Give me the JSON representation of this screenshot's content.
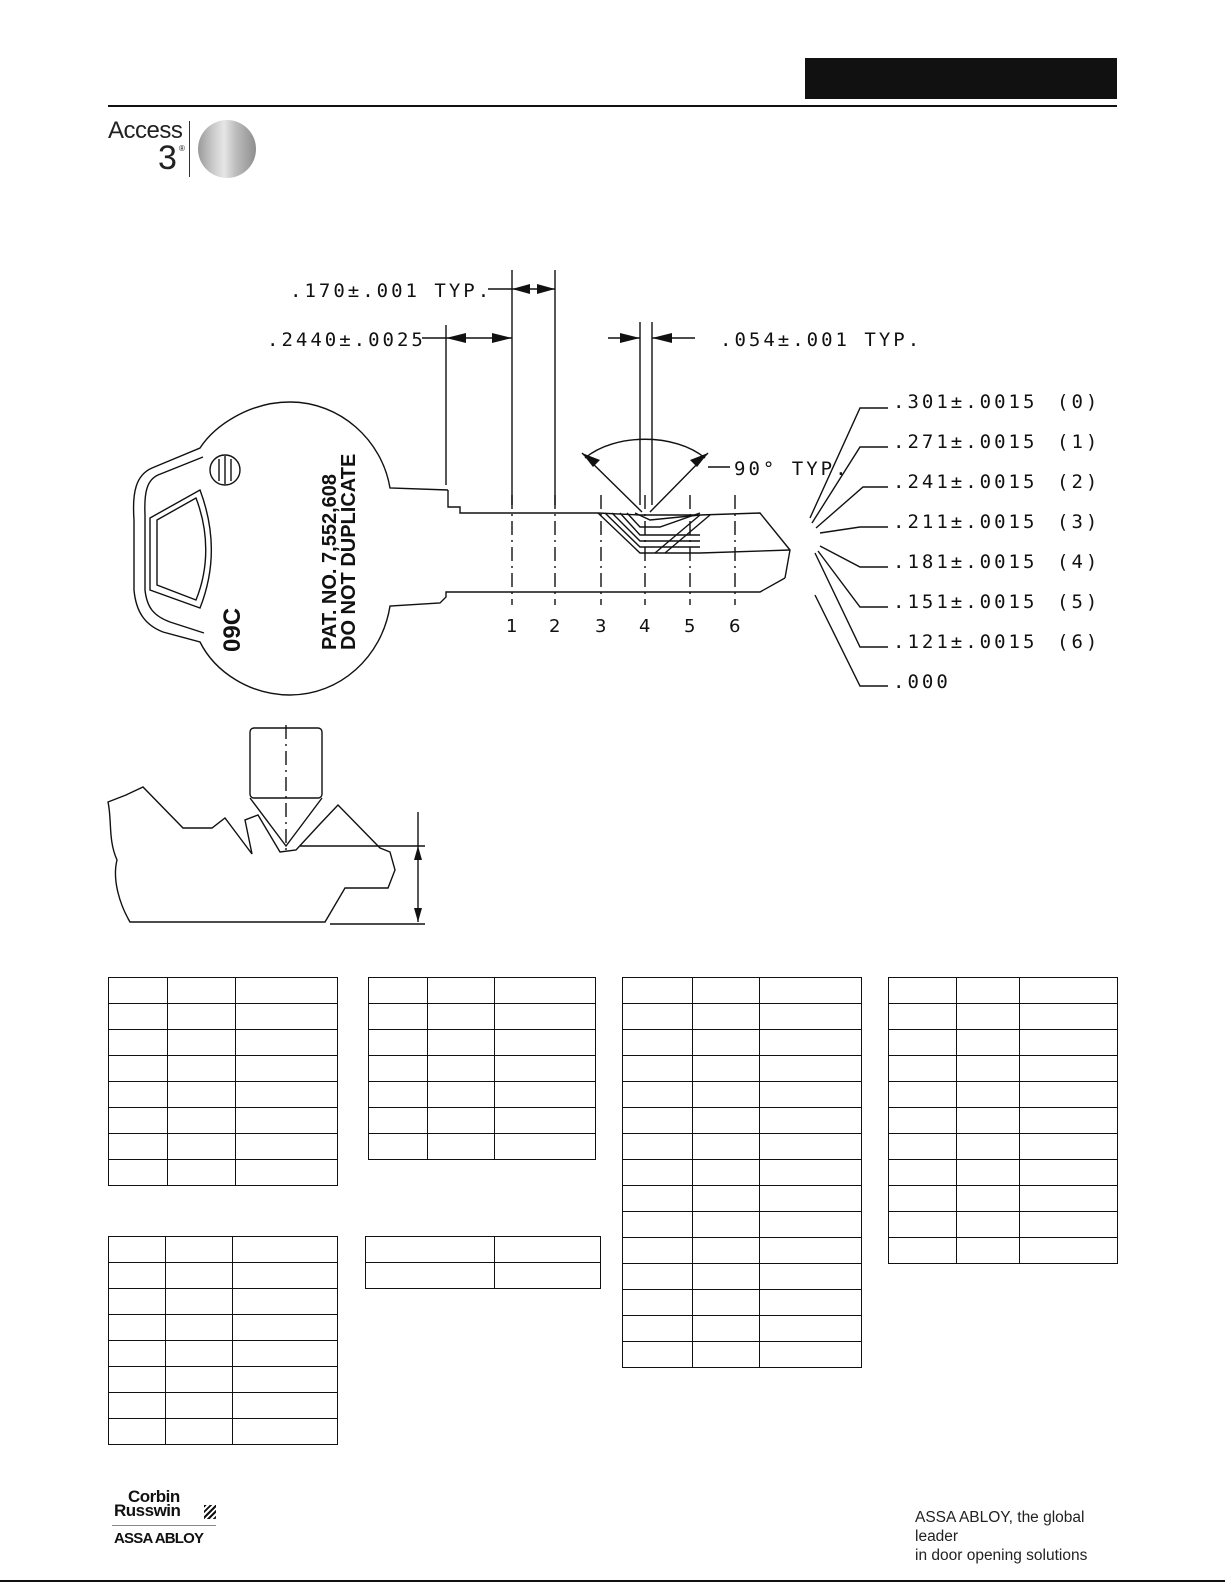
{
  "brand": {
    "word": "Access",
    "numeral": "3",
    "registered": "®"
  },
  "dimensions": {
    "top_typ": ".170±.001 TYP.",
    "left": ".2440±.0025",
    "spacing_typ": ".054±.001 TYP.",
    "angle": "90° TYP."
  },
  "depths": [
    {
      "value": ".301±.0015",
      "code": "(0)"
    },
    {
      "value": ".271±.0015",
      "code": "(1)"
    },
    {
      "value": ".241±.0015",
      "code": "(2)"
    },
    {
      "value": ".211±.0015",
      "code": "(3)"
    },
    {
      "value": ".181±.0015",
      "code": "(4)"
    },
    {
      "value": ".151±.0015",
      "code": "(5)"
    },
    {
      "value": ".121±.0015",
      "code": "(6)"
    },
    {
      "value": ".000",
      "code": ""
    }
  ],
  "positions": [
    "1",
    "2",
    "3",
    "4",
    "5",
    "6"
  ],
  "key": {
    "model": "09C",
    "patent": "PAT. NO. 7,552,608",
    "warning": "DO NOT DUPLICATE"
  },
  "footer": {
    "logo_line1": "Corbin",
    "logo_line2": "Russwin",
    "logo_line3": "ASSA ABLOY",
    "tagline_line1": "ASSA ABLOY, the global leader",
    "tagline_line2": "in door opening solutions"
  }
}
